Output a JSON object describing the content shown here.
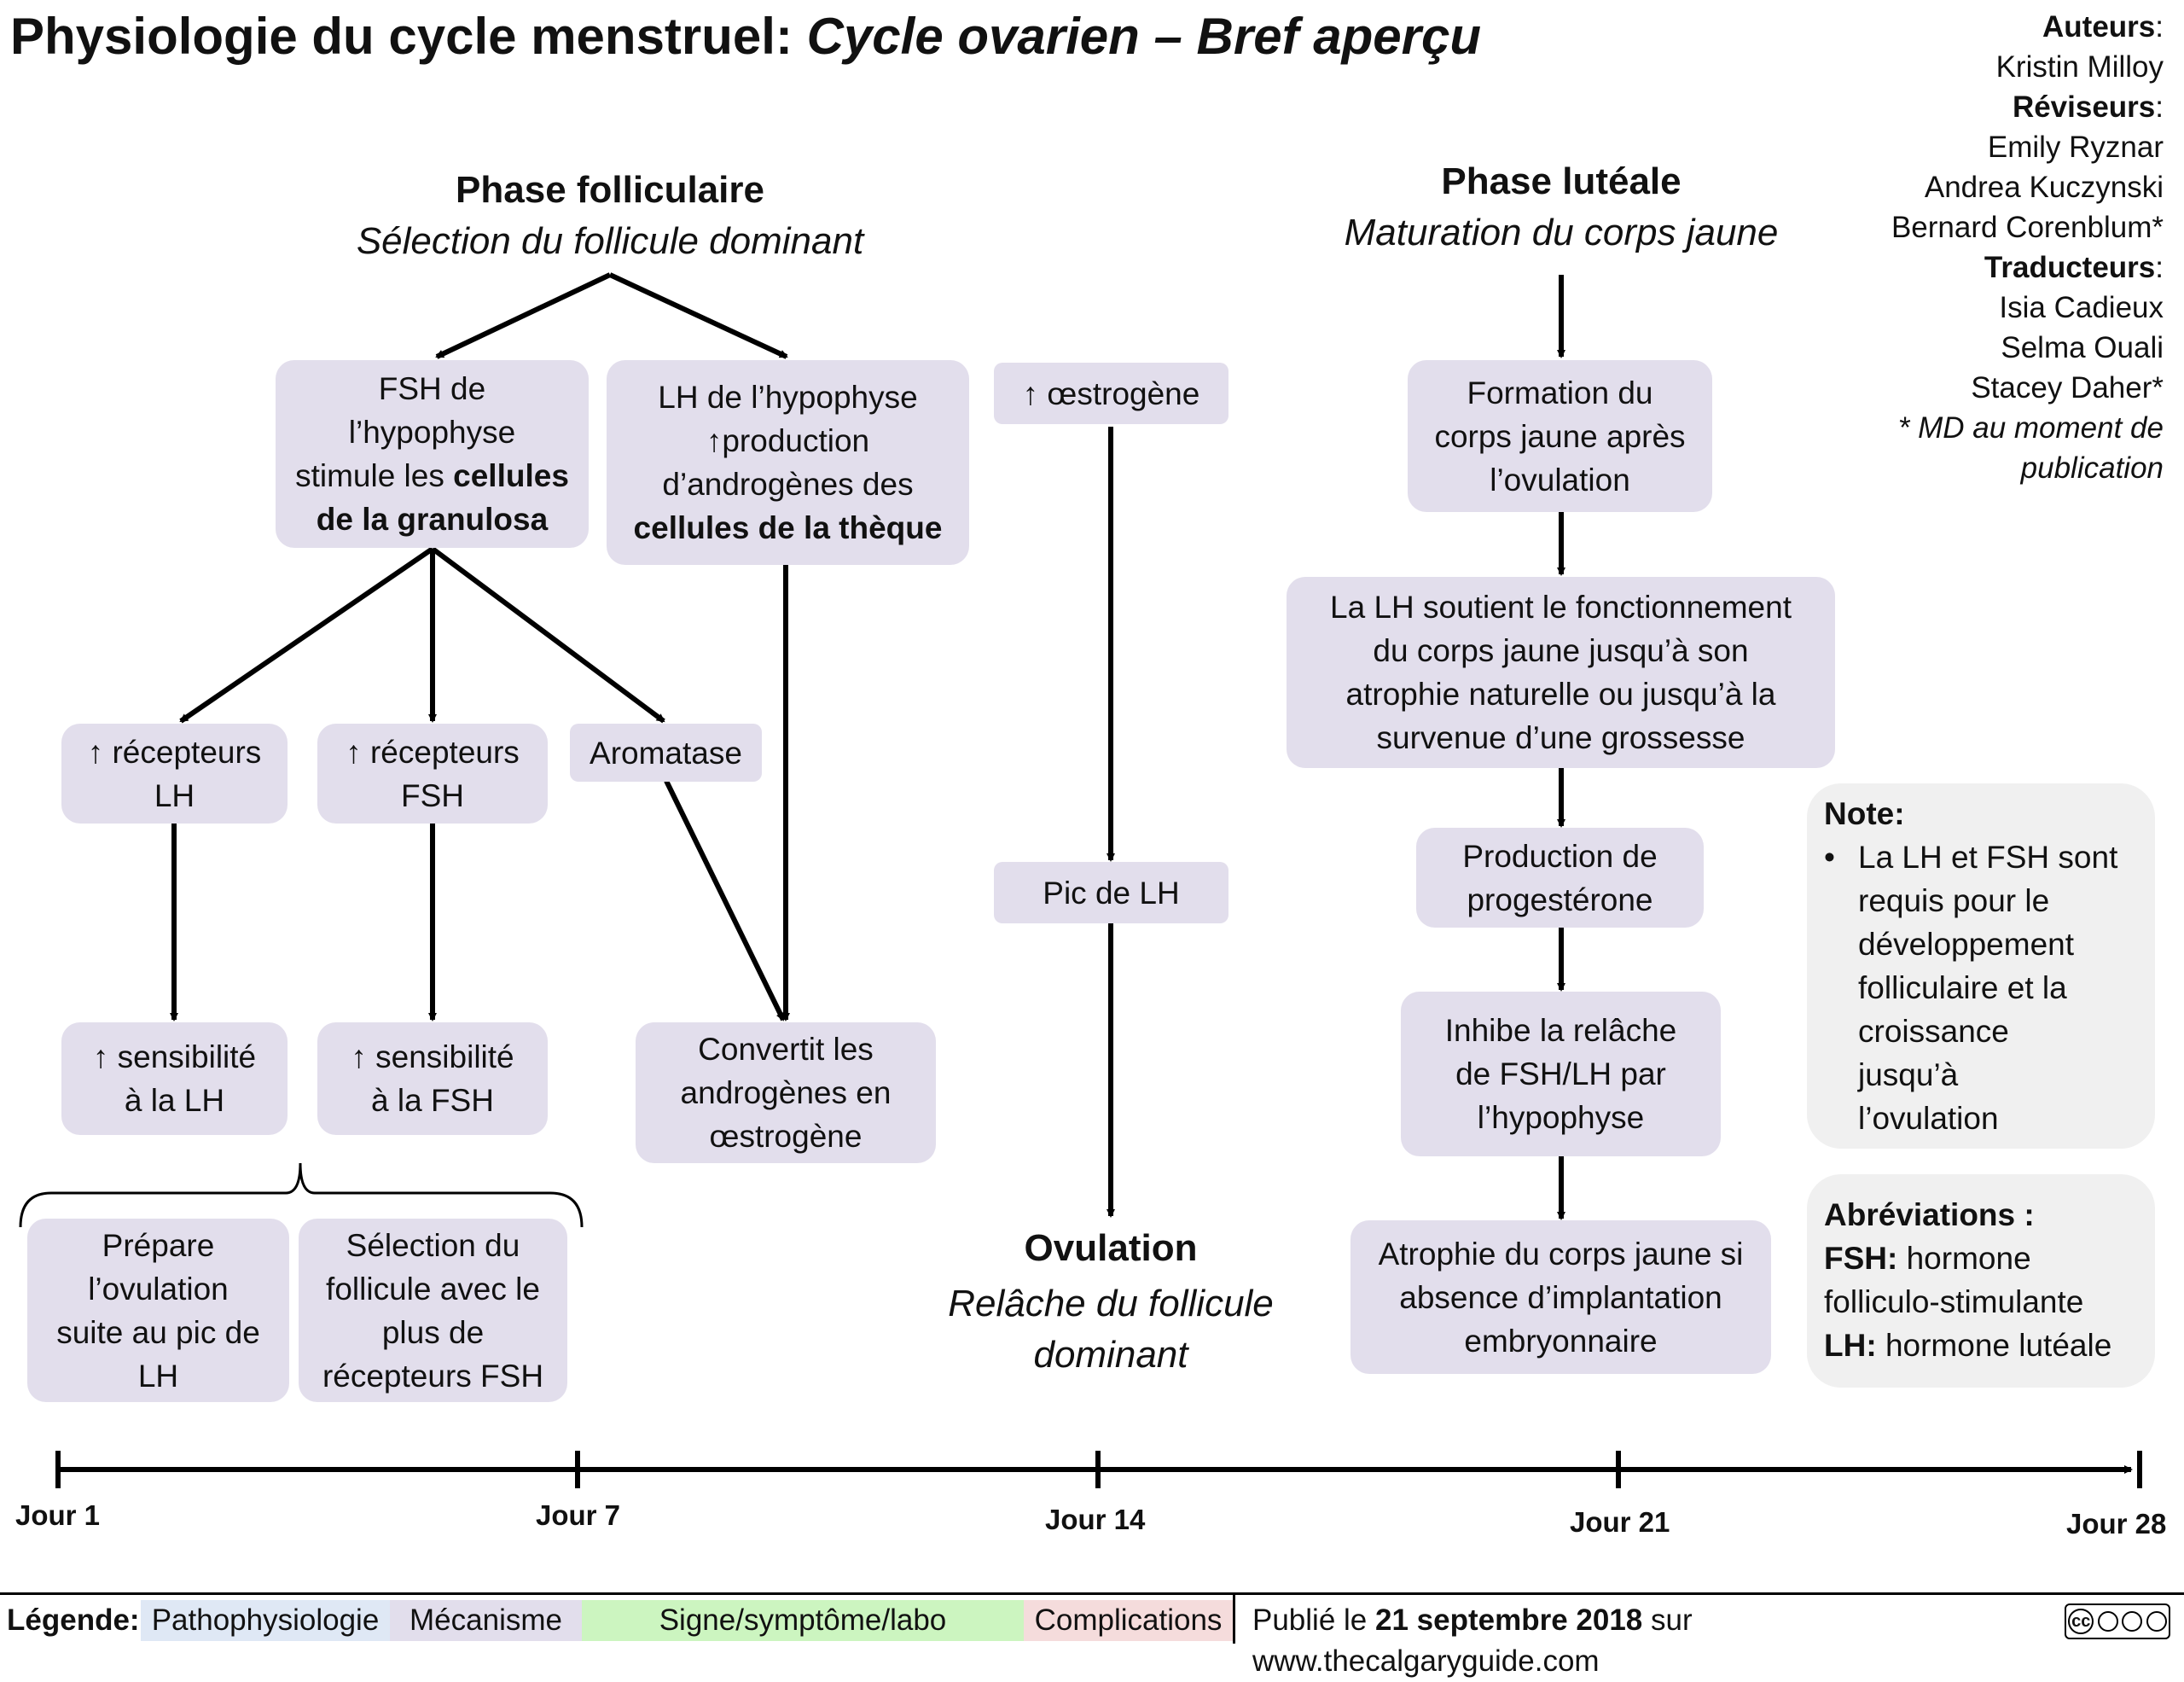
{
  "title": {
    "main": "Physiologie du cycle menstruel:",
    "sub": "Cycle ovarien – Bref aperçu"
  },
  "credits": {
    "authors_label": "Auteurs",
    "authors": [
      "Kristin Milloy"
    ],
    "reviewers_label": "Réviseurs",
    "reviewers": [
      "Emily Ryznar",
      "Andrea Kuczynski",
      "Bernard Corenblum*"
    ],
    "translators_label": "Traducteurs",
    "translators": [
      "Isia Cadieux",
      "Selma Ouali",
      "Stacey Daher*"
    ],
    "footnote": "* MD au moment de publication"
  },
  "follicular": {
    "title": "Phase folliculaire",
    "subtitle": "Sélection du follicule dominant"
  },
  "luteal": {
    "title": "Phase lutéale",
    "subtitle": "Maturation du corps jaune"
  },
  "ovulation": {
    "title": "Ovulation",
    "subtitle_1": "Relâche du follicule",
    "subtitle_2": "dominant"
  },
  "boxes": {
    "fsh_1": "FSH de",
    "fsh_2": "l’hypophyse",
    "fsh_3": "stimule les",
    "fsh_4": "cellules",
    "fsh_5": "de la granulosa",
    "lh_1": "LH de l’hypophyse",
    "lh_2": "↑production",
    "lh_3": "d’androgènes des",
    "lh_4": "cellules de la thèque",
    "oestro": "↑ œstrogène",
    "rec_lh_1": "↑ récepteurs",
    "rec_lh_2": "LH",
    "rec_fsh_1": "↑ récepteurs",
    "rec_fsh_2": "FSH",
    "aromatase": "Aromatase",
    "pic_lh": "Pic de LH",
    "sens_lh_1": "↑ sensibilité",
    "sens_lh_2": "à la LH",
    "sens_fsh_1": "↑ sensibilité",
    "sens_fsh_2": "à la FSH",
    "conv_1": "Convertit les",
    "conv_2": "androgènes en",
    "conv_3": "œstrogène",
    "prep_1": "Prépare",
    "prep_2": "l’ovulation",
    "prep_3": "suite au pic de",
    "prep_4": "LH",
    "sel_1": "Sélection du",
    "sel_2": "follicule avec le",
    "sel_3": "plus de",
    "sel_4": "récepteurs FSH",
    "form_1": "Formation du",
    "form_2": "corps jaune après",
    "form_3": "l’ovulation",
    "lhs_1": "La LH soutient le fonctionnement",
    "lhs_2": "du corps jaune jusqu’à son",
    "lhs_3": "atrophie naturelle ou jusqu’à la",
    "lhs_4": "survenue d’une grossesse",
    "prog_1": "Production de",
    "prog_2": "progestérone",
    "inh_1": "Inhibe la relâche",
    "inh_2": "de FSH/LH par",
    "inh_3": "l’hypophyse",
    "atr_1": "Atrophie du corps jaune si",
    "atr_2": "absence d’implantation",
    "atr_3": "embryonnaire"
  },
  "note": {
    "label": "Note:",
    "text_1": "La LH et FSH sont",
    "text_2": "requis pour le",
    "text_3": "développement",
    "text_4": "folliculaire et la",
    "text_5": "croissance",
    "text_6": "jusqu’à",
    "text_7": "l’ovulation"
  },
  "abbrev": {
    "label": "Abréviations :",
    "fsh_key": "FSH:",
    "fsh_1": "hormone",
    "fsh_2": "folliculo-stimulante",
    "lh_key": "LH:",
    "lh_val": "hormone lutéale"
  },
  "timeline": {
    "days": [
      "Jour 1",
      "Jour 7",
      "Jour 14",
      "Jour 21",
      "Jour 28"
    ]
  },
  "legend": {
    "label": "Légende:",
    "items": [
      "Pathophysiologie",
      "Mécanisme",
      "Signe/symptôme/labo",
      "Complications"
    ],
    "colors": [
      "#dfe8f5",
      "#e2deec",
      "#ccf5c0",
      "#f5dcdc"
    ],
    "published_prefix": "Publié le",
    "published_date": "21 septembre 2018",
    "published_suffix": "sur www.thecalgaryguide.com",
    "license_icon": "cc-by-nc-sa-icon"
  }
}
